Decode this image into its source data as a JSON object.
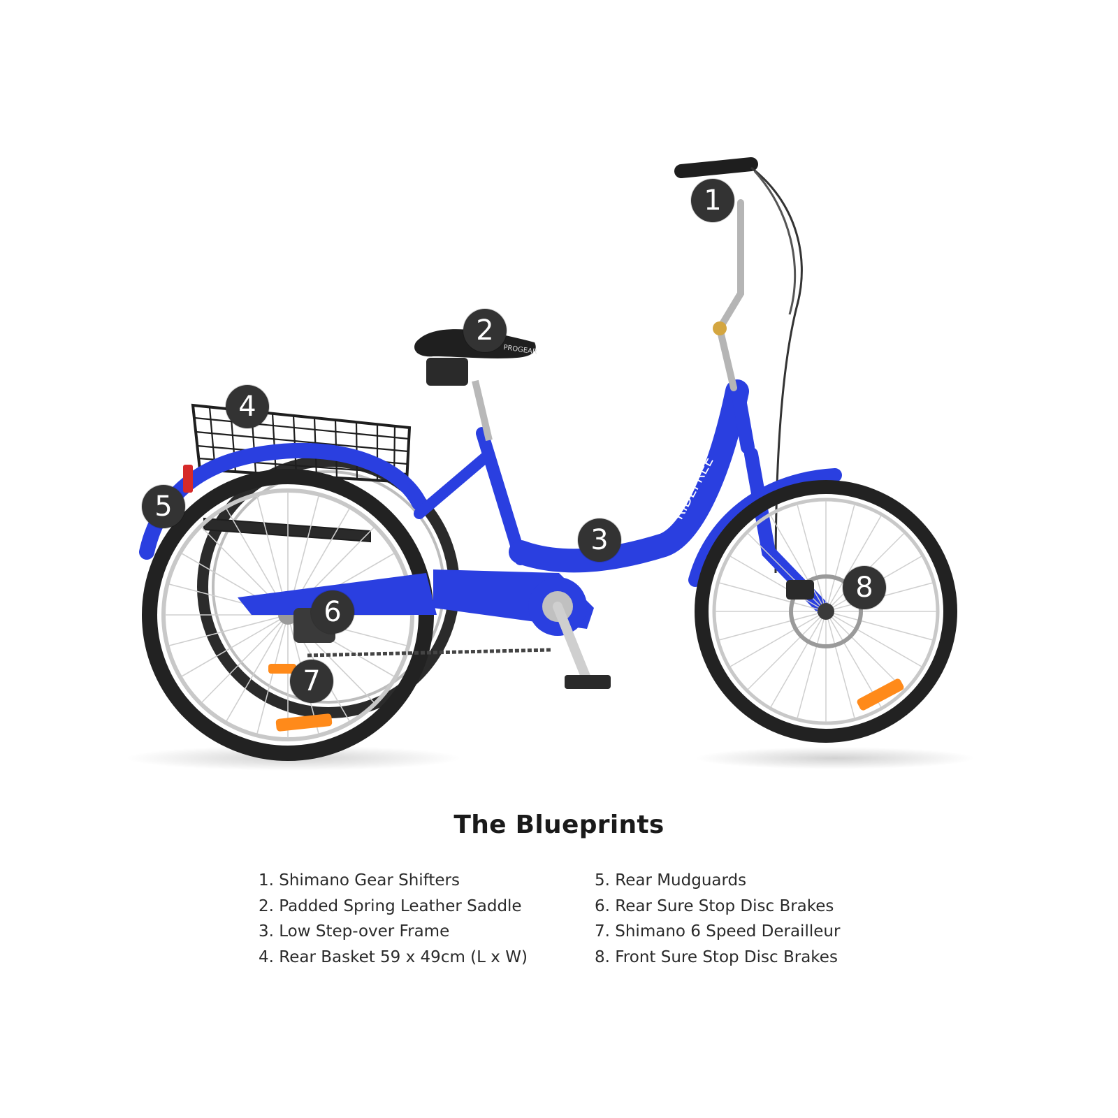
{
  "brand": {
    "frame_logo": "RIDEFREE",
    "fork_logo": "RIDEFREE",
    "saddle_logo": "PROGEAR"
  },
  "colors": {
    "frame": "#2a3fe0",
    "marker": "#333333",
    "reflector": "#ff8a1a"
  },
  "markers": [
    "1",
    "2",
    "3",
    "4",
    "5",
    "6",
    "7",
    "8"
  ],
  "title": "The Blueprints",
  "specs_left": [
    "1. Shimano Gear Shifters",
    "2. Padded Spring Leather Saddle",
    "3. Low Step-over Frame",
    "4. Rear Basket 59 x 49cm (L x W)"
  ],
  "specs_right": [
    "5. Rear Mudguards",
    "6. Rear Sure Stop Disc Brakes",
    "7. Shimano 6 Speed Derailleur",
    "8. Front Sure Stop Disc Brakes"
  ]
}
